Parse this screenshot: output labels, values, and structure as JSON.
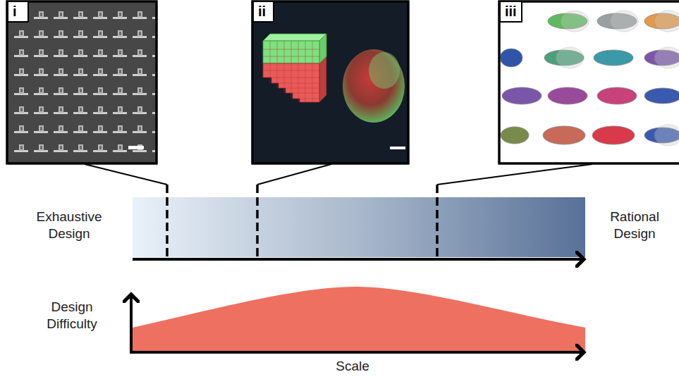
{
  "diagram": {
    "nodes": [
      {
        "text": [
          "i"
        ]
      },
      {
        "text": [
          "ii"
        ]
      },
      {
        "text": [
          "iii"
        ]
      }
    ],
    "labels": [
      "Exhaustive Design",
      "Rational Design",
      "Design Difficulty",
      "Scale"
    ]
  }
}
